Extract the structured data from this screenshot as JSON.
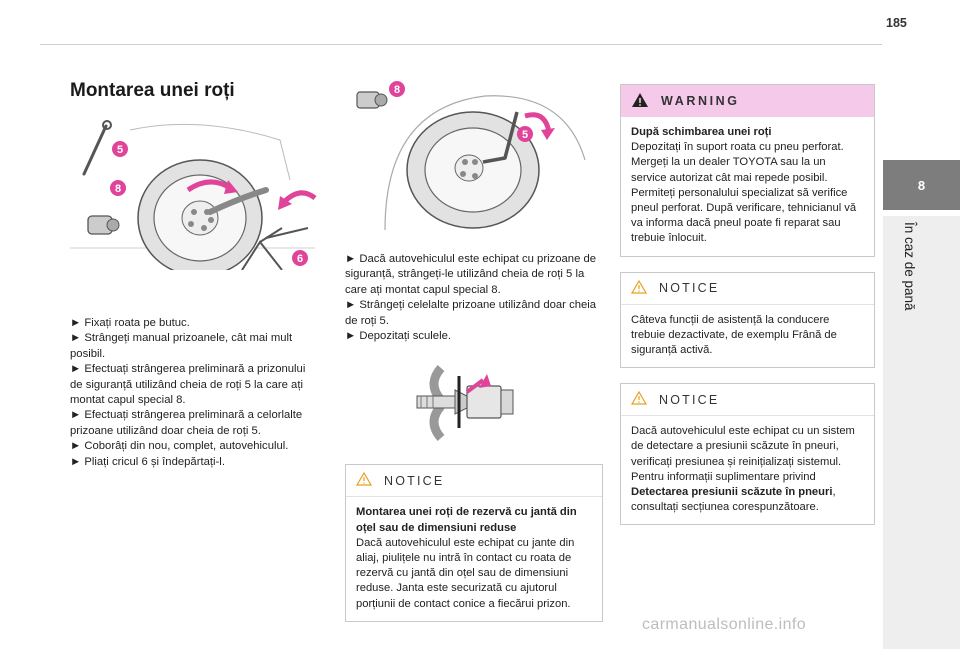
{
  "page": {
    "number": "185",
    "chapter_tab": "8",
    "chapter_label": "În caz de pană",
    "watermark": "carmanualsonline.info"
  },
  "left": {
    "title": "Montarea unei roți",
    "figure": {
      "callouts": [
        "5",
        "8",
        "6"
      ]
    },
    "steps": [
      "► Fixați roata pe butuc.",
      "► Strângeți manual prizoanele, cât mai mult posibil.",
      "► Efectuați strângerea preliminară a prizonului de siguranță utilizând cheia de roți 5 la care ați montat capul special 8.",
      "► Efectuați strângerea preliminară a celorlalte prizoane utilizând doar cheia de roți 5.",
      "► Coborâți din nou, complet, autovehiculul.",
      "► Pliați cricul 6 și îndepărtați-l."
    ]
  },
  "middle": {
    "figure": {
      "callouts": [
        "8",
        "5"
      ]
    },
    "steps": [
      "► Dacă autovehiculul este echipat cu prizoane de siguranță, strângeți-le utilizând cheia de roți 5 la care ați montat capul special 8.",
      "► Strângeți celelalte prizoane utilizând doar cheia de roți 5.",
      "► Depozitați sculele."
    ],
    "notice": {
      "heading": "NOTICE",
      "title": "Montarea unei roți de rezervă cu jantă din oțel sau de dimensiuni reduse",
      "body": "Dacă autovehiculul este echipat cu jante din aliaj, piulițele nu intră în contact cu roata de rezervă cu jantă din oțel sau de dimensiuni reduse. Janta este securizată cu ajutorul porțiunii de contact conice a fiecărui prizon."
    }
  },
  "right": {
    "warning": {
      "heading": "WARNING",
      "title": "După schimbarea unei roți",
      "body": "Depozitați în suport roata cu pneu perforat. Mergeți la un dealer TOYOTA sau la un service autorizat cât mai repede posibil. Permiteți personalului specializat să verifice pneul perforat. După verificare, tehnicianul vă va informa dacă pneul poate fi reparat sau trebuie înlocuit."
    },
    "notice1": {
      "heading": "NOTICE",
      "body": "Câteva funcții de asistență la conducere trebuie dezactivate, de exemplu Frână de siguranță activă."
    },
    "notice2": {
      "heading": "NOTICE",
      "body_before": "Dacă autovehiculul este echipat cu un sistem de detectare a presiunii scăzute în pneuri, verificați presiunea și reinițializați sistemul. Pentru informații suplimentare privind ",
      "body_bold": "Detectarea presiunii scăzute în pneuri",
      "body_after": ", consultați secțiunea corespunzătoare."
    }
  },
  "colors": {
    "accent": "#e0449a",
    "warning_bg": "#f5c9ea",
    "tab_bg": "#7d7d7d",
    "band_bg": "#eeeeee"
  }
}
